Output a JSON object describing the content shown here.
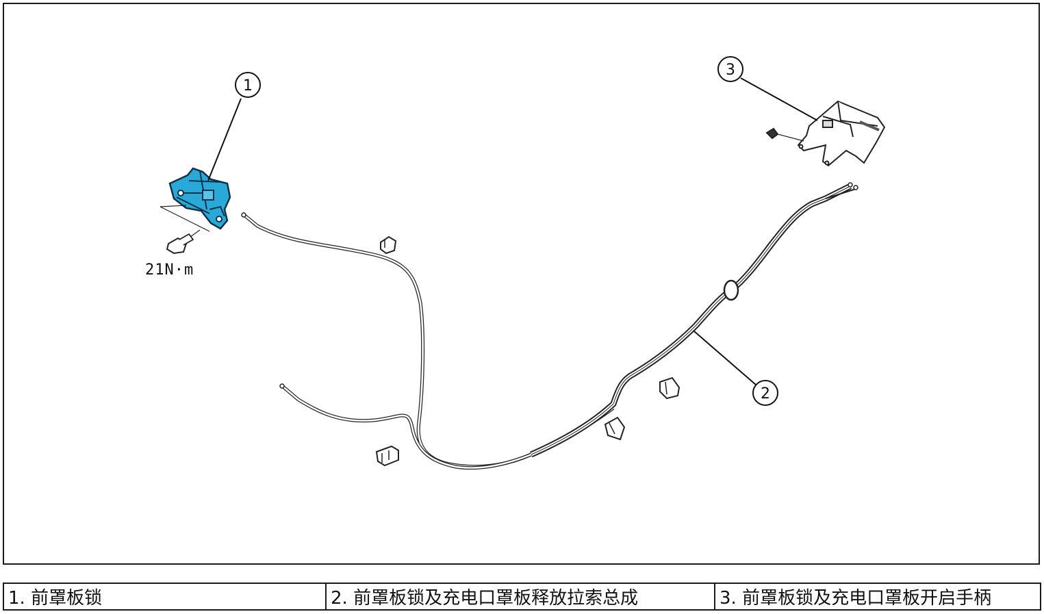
{
  "diagram": {
    "callouts": [
      {
        "id": "1"
      },
      {
        "id": "2"
      },
      {
        "id": "3"
      }
    ],
    "torque_label": "21N·m",
    "highlight_color": "#2aa8d8"
  },
  "legend": [
    {
      "text": "1. 前罩板锁"
    },
    {
      "text": "2. 前罩板锁及充电口罩板释放拉索总成"
    },
    {
      "text": "3. 前罩板锁及充电口罩板开启手柄"
    }
  ]
}
